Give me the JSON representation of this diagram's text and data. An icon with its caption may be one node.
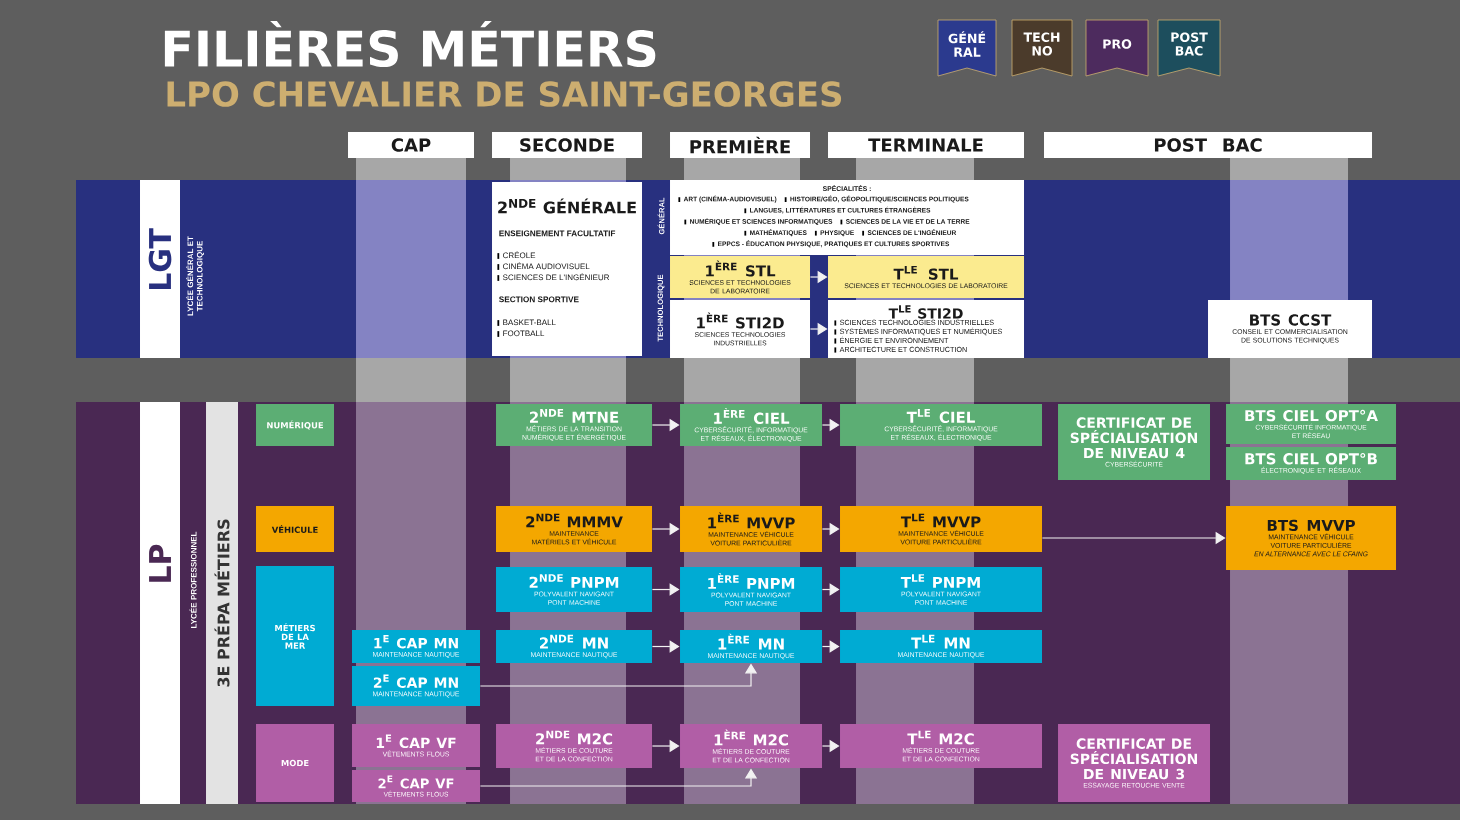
{
  "diagram": {
    "title": "FILIÈRES MÉTIERS",
    "nodes": [
      {
        "text": [
          "GÉNÉ RAL"
        ]
      },
      {
        "text": [
          "TECH NO"
        ]
      },
      {
        "text": [
          "PRO"
        ]
      },
      {
        "text": [
          "POST BAC"
        ]
      },
      {
        "text": [
          "CAP"
        ]
      },
      {
        "text": [
          "SECONDE"
        ]
      },
      {
        "text": [
          "PREMIÈRE"
        ]
      },
      {
        "text": [
          "TERMINALE"
        ]
      },
      {
        "text": [
          "POST BAC"
        ]
      },
      {
        "text": [
          "LGT",
          "LYCÉE GÉNÉRAL ET TECHNOLOGIQUE"
        ]
      },
      {
        "text": [
          "2$^{NDE}$ GÉNÉRALE",
          "ENSEIGNEMENT FACULTATIF",
          "CRÉOLE",
          "CINÉMA AUDIOVISUEL",
          "SCIENCES DE L'INGÉNIEUR",
          "SECTION SPORTIVE",
          "BASKET-BALL",
          "FOOTBALL"
        ],
        "in": 9
      },
      {
        "text": [
          "SPÉCIALITÉS :",
          "ART (CINÉMA-AUDIOVISUEL)",
          "HISTOIRE/GÉO, GÉOPOLITIQUE/SCIENCES POLITIQUES",
          "LANGUES, LITTÉRATURES ET CULTURES ÉTRANGÈRES",
          "NUMÉRIQUE ET SCIENCES INFORMATIQUES",
          "SCIENCES DE LA VIE ET DE LA TERRE",
          "MATHÉMATIQUES",
          "PHYSIQUE",
          "SCIENCES DE L'INGÉNIEUR",
          "EPPCS - ÉDUCATION PHYSIQUE, PRATIQUES ET CULTURES SPORTIVES"
        ],
        "in": 9
      },
      {
        "text": [
          "1$^{ÈRE}$ STL",
          "SCIENCES ET TECHNOLOGIES DE LABORATOIRE"
        ],
        "in": 9
      },
      {
        "text": [
          "T$^{LE}$ STL",
          "SCIENCES ET TECHNOLOGIES DE LABORATOIRE"
        ],
        "in": 9
      },
      {
        "text": [
          "1$^{ÈRE}$ STI2D",
          "SCIENCES TECHNOLOGIES INDUSTRIELLES"
        ],
        "in": 9
      },
      {
        "text": [
          "T$^{LE}$ STI2D",
          "SCIENCES TECHNOLOGIES INDUSTRIELLES",
          "SYSTÈMES INFORMATIQUES ET NUMÉRIQUES",
          "ÉNERGIE ET ENVIRONNEMENT",
          "ARCHITECTURE ET CONSTRUCTION"
        ],
        "in": 9
      },
      {
        "text": [
          "BTS CCST",
          "CONSEIL ET COMMERCIALISATION DE SOLUTIONS TECHNIQUES"
        ],
        "in": 9
      },
      {
        "text": [
          "LP",
          "LYCÉE PROFESSIONNEL"
        ]
      },
      {
        "text": [
          "3E PRÉPA MÉTIERS"
        ],
        "in": 17
      },
      {
        "text": [
          "NUMÉRIQUE"
        ],
        "in": 17
      },
      {
        "text": [
          "2$^{NDE}$ MTNE",
          "MÉTIERS DE LA TRANSITION NUMÉRIQUE ET ÉNERGÉTIQUE"
        ],
        "in": 17
      },
      {
        "text": [
          "1$^{ÈRE}$ CIEL",
          "CYBERSÉCURITÉ, INFORMATIQUE ET RÉSEAUX, ÉLECTRONIQUE"
        ],
        "in": 17
      },
      {
        "text": [
          "T$^{LE}$ CIEL",
          "CYBERSÉCURITÉ, INFORMATIQUE ET RÉSEAUX, ÉLECTRONIQUE"
        ],
        "in": 17
      },
      {
        "text": [
          "CERTIFICAT DE SPÉCIALISATION DE NIVEAU 4",
          "CYBERSÉCURITÉ"
        ],
        "in": 17
      },
      {
        "text": [
          "BTS CIEL OPT°A",
          "CYBERSÉCURITÉ INFORMATIQUE ET RÉSEAU"
        ],
        "in": 17
      },
      {
        "text": [
          "BTS CIEL OPT°B",
          "ÉLECTRONIQUE ET RÉSEAUX"
        ],
        "in": 17
      },
      {
        "text": [
          "VÉHICULE"
        ],
        "in": 17
      },
      {
        "text": [
          "2$^{NDE}$ MMMV",
          "MAINTENANCE MATÉRIELS ET VÉHICULE"
        ],
        "in": 17
      },
      {
        "text": [
          "1$^{ÈRE}$ MVVP",
          "MAINTENANCE VÉHICULE VOITURE PARTICULIÈRE"
        ],
        "in": 17
      },
      {
        "text": [
          "T$^{LE}$ MVVP",
          "MAINTENANCE VÉHICULE VOITURE PARTICULIÈRE"
        ],
        "in": 17
      },
      {
        "text": [
          "BTS MVVP",
          "MAINTENANCE VÉHICULE VOITURE PARTICULIÈRE",
          "EN ALTERNANCE AVEC LE CFAING"
        ],
        "in": 17
      },
      {
        "text": [
          "MÉTIERS DE LA MER"
        ],
        "in": 17
      },
      {
        "text": [
          "2$^{NDE}$ PNPM",
          "POLYVALENT NAVIGANT PONT MACHINE"
        ],
        "in": 17
      },
      {
        "text": [
          "1$^{ÈRE}$ PNPM",
          "POLYVALENT NAVIGANT PONT MACHINE"
        ],
        "in": 17
      },
      {
        "text": [
          "T$^{LE}$ PNPM",
          "POLYVALENT NAVIGANT PONT MACHINE"
        ],
        "in": 17
      },
      {
        "text": [
          "1$^{E}$ CAP MN",
          "MAINTENANCE NAUTIQUE"
        ],
        "in": 17
      },
      {
        "text": [
          "2$^{NDE}$ MN",
          "MAINTENANCE NAUTIQUE"
        ],
        "in": 17
      },
      {
        "text": [
          "1$^{ÈRE}$ MN",
          "MAINTENANCE NAUTIQUE"
        ],
        "in": 17
      },
      {
        "text": [
          "T$^{LE}$ MN",
          "MAINTENANCE NAUTIQUE"
        ],
        "in": 17
      },
      {
        "text": [
          "2$^{E}$ CAP MN",
          "MAINTENANCE NAUTIQUE"
        ],
        "in": 17
      },
      {
        "text": [
          "MODE"
        ],
        "in": 17
      },
      {
        "text": [
          "1$^{E}$ CAP VF",
          "VÊTEMENTS FLOUS"
        ],
        "in": 17
      },
      {
        "text": [
          "2$^{NDE}$ M2C",
          "MÉTIERS DE COUTURE ET DE LA CONFECTION"
        ],
        "in": 17
      },
      {
        "text": [
          "1$^{ÈRE}$ M2C",
          "MÉTIERS DE COUTURE ET DE LA CONFECTION"
        ],
        "in": 17
      },
      {
        "text": [
          "T$^{LE}$ M2C",
          "MÉTIERS DE COUTURE ET DE LA CONFECTION"
        ],
        "in": 17
      },
      {
        "text": [
          "CERTIFICAT DE SPÉCIALISATION DE NIVEAU 3",
          "ESSAYAGE RETOUCHE VENTE"
        ],
        "in": 17
      },
      {
        "text": [
          "2$^{E}$ CAP VF",
          "VÊTEMENTS FLOUS"
        ],
        "in": 17
      }
    ],
    "edges": [
      {
        "from": 12,
        "to": 13,
        "arrow": "to"
      },
      {
        "from": 14,
        "to": 15,
        "arrow": "to"
      },
      {
        "from": 20,
        "to": 21,
        "arrow": "to"
      },
      {
        "from": 21,
        "to": 22,
        "arrow": "to"
      },
      {
        "from": 27,
        "to": 28,
        "arrow": "to"
      },
      {
        "from": 28,
        "to": 29,
        "arrow": "to"
      },
      {
        "from": 29,
        "to": 30,
        "arrow": "to"
      },
      {
        "from": 32,
        "to": 33,
        "arrow": "to"
      },
      {
        "from": 33,
        "to": 34,
        "arrow": "to"
      },
      {
        "from": 36,
        "to": 37,
        "arrow": "to"
      },
      {
        "from": 37,
        "to": 38,
        "arrow": "to"
      },
      {
        "from": 39,
        "to": 37,
        "arrow": "to"
      },
      {
        "from": 42,
        "to": 43,
        "arrow": "to"
      },
      {
        "from": 43,
        "to": 44,
        "arrow": "to"
      },
      {
        "from": 46,
        "to": 43,
        "arrow": "to"
      }
    ],
    "labels": [
      "LPO CHEVALIER DE SAINT-GEORGES",
      "GÉNÉRAL",
      "TECHNOLOGIQUE"
    ]
  }
}
